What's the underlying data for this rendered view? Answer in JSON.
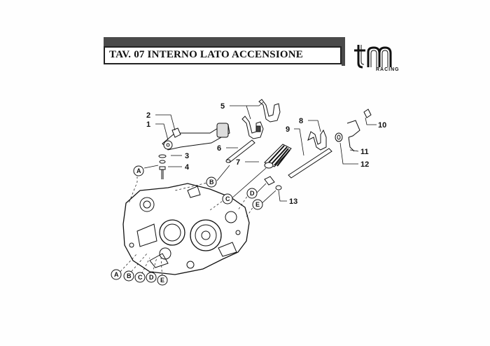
{
  "header": {
    "title": "TAV. 07 INTERNO LATO ACCENSIONE"
  },
  "logo": {
    "mark": "tm",
    "sub": "RACING"
  },
  "callouts": [
    {
      "id": "1",
      "label": "1"
    },
    {
      "id": "2",
      "label": "2"
    },
    {
      "id": "3",
      "label": "3"
    },
    {
      "id": "4",
      "label": "4"
    },
    {
      "id": "5",
      "label": "5"
    },
    {
      "id": "6",
      "label": "6"
    },
    {
      "id": "7",
      "label": "7"
    },
    {
      "id": "8",
      "label": "8"
    },
    {
      "id": "9",
      "label": "9"
    },
    {
      "id": "10",
      "label": "10"
    },
    {
      "id": "11",
      "label": "11"
    },
    {
      "id": "12",
      "label": "12"
    },
    {
      "id": "13",
      "label": "13"
    }
  ],
  "markers": {
    "A": "A",
    "B": "B",
    "C": "C",
    "D": "D",
    "E": "E"
  },
  "colors": {
    "ink": "#111111",
    "header_bar": "#4a4a4a"
  }
}
